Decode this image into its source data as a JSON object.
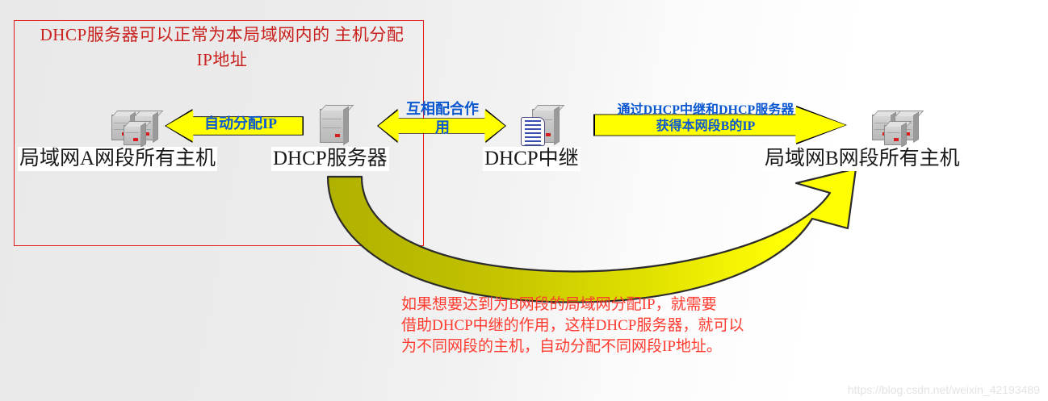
{
  "diagram": {
    "title_note": "DHCP服务器可以正常为本局域网内的\n主机分配IP地址",
    "bottom_note": "如果想要达到为B网段的局域网分配IP，就需要\n借助DHCP中继的作用，这样DHCP服务器，就可以\n为不同网段的主机，自动分配不同网段IP地址。",
    "watermark": "https://blog.csdn.net/weixin_42193489",
    "colors": {
      "note_red": "#c9211e",
      "box_red": "#e01b1b",
      "bottom_red": "#ff3b2f",
      "arrow_yellow": "#ffff00",
      "arrow_text_blue": "#0b58d0",
      "curve_dark": "#b3b300",
      "background": "#eeeeee"
    },
    "nodes": [
      {
        "id": "lan-a-hosts",
        "label": "局域网A网段所有主机",
        "icon": "server-stack-icon"
      },
      {
        "id": "dhcp-server",
        "label": "DHCP服务器",
        "icon": "server-icon"
      },
      {
        "id": "dhcp-relay",
        "label": "DHCP中继",
        "icon": "relay-server-icon"
      },
      {
        "id": "lan-b-hosts",
        "label": "局域网B网段所有主机",
        "icon": "server-stack-icon"
      }
    ],
    "arrows": [
      {
        "id": "auto-assign-ip",
        "label": "自动分配IP",
        "direction": "left"
      },
      {
        "id": "mutual-cooperation",
        "label": "互相配合作\n用",
        "direction": "both"
      },
      {
        "id": "obtain-segment-b-ip",
        "label": "通过DHCP中继和DHCP服务器\n获得本网段B的IP",
        "direction": "right"
      },
      {
        "id": "curved-flow",
        "label": "",
        "direction": "curve-up-right"
      }
    ]
  }
}
